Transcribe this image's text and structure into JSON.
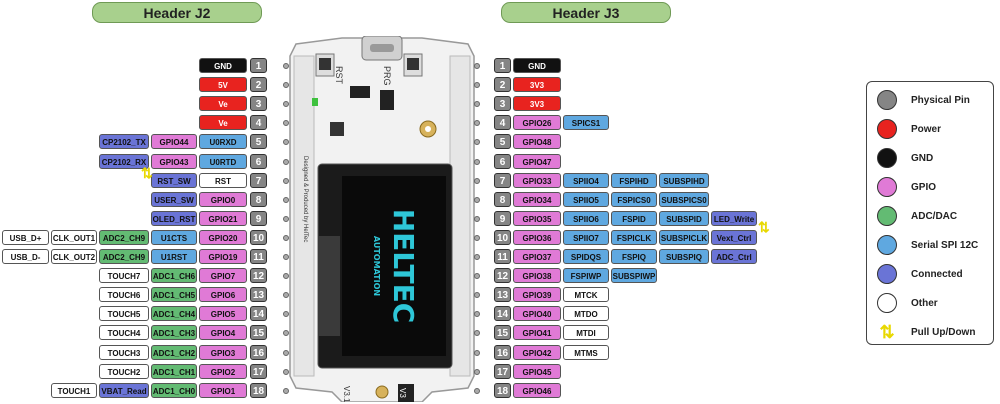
{
  "headers": {
    "j2": "Header J2",
    "j3": "Header J3"
  },
  "board": {
    "btn_left": "RST",
    "btn_right": "PRG",
    "logo_main": "HELTEC",
    "logo_sub": "AUTOMATION",
    "badge": "V3",
    "version_text": "V3.1",
    "side_text": "Designed & Produced by HelTec"
  },
  "colors": {
    "power": "#e8231f",
    "gnd": "#111111",
    "gpio": "#e07ad6",
    "adc": "#63bb73",
    "spi": "#5fa8e0",
    "conn": "#6a74d6",
    "other": "#ffffff",
    "pin": "#858585"
  },
  "legend": [
    {
      "label": "Physical Pin",
      "color": "#858585"
    },
    {
      "label": "Power",
      "color": "#e8231f"
    },
    {
      "label": "GND",
      "color": "#111111"
    },
    {
      "label": "GPIO",
      "color": "#e07ad6"
    },
    {
      "label": "ADC/DAC",
      "color": "#63bb73"
    },
    {
      "label": "Serial SPI 12C",
      "color": "#5fa8e0"
    },
    {
      "label": "Connected",
      "color": "#6a74d6"
    },
    {
      "label": "Other",
      "color": "#ffffff"
    },
    {
      "label": "Pull Up/Down",
      "color": "arrow"
    }
  ],
  "j2": [
    {
      "pin": "1",
      "labels": [
        {
          "t": "GND",
          "c": "gnd"
        }
      ]
    },
    {
      "pin": "2",
      "labels": [
        {
          "t": "5V",
          "c": "power"
        }
      ]
    },
    {
      "pin": "3",
      "labels": [
        {
          "t": "Ve",
          "c": "power"
        }
      ]
    },
    {
      "pin": "4",
      "labels": [
        {
          "t": "Ve",
          "c": "power"
        }
      ]
    },
    {
      "pin": "5",
      "labels": [
        {
          "t": "U0RXD",
          "c": "spi"
        },
        {
          "t": "GPIO44",
          "c": "gpio"
        },
        {
          "t": "CP2102_TX",
          "c": "conn"
        }
      ]
    },
    {
      "pin": "6",
      "labels": [
        {
          "t": "U0RTD",
          "c": "spi"
        },
        {
          "t": "GPIO43",
          "c": "gpio"
        },
        {
          "t": "CP2102_RX",
          "c": "conn"
        }
      ]
    },
    {
      "pin": "7",
      "labels": [
        {
          "t": "RST",
          "c": "other"
        },
        {
          "t": "RST_SW",
          "c": "conn"
        }
      ]
    },
    {
      "pin": "8",
      "labels": [
        {
          "t": "GPIO0",
          "c": "gpio"
        },
        {
          "t": "USER_SW",
          "c": "conn"
        }
      ]
    },
    {
      "pin": "9",
      "labels": [
        {
          "t": "GPIO21",
          "c": "gpio"
        },
        {
          "t": "OLED_RST",
          "c": "conn"
        }
      ]
    },
    {
      "pin": "10",
      "labels": [
        {
          "t": "GPIO20",
          "c": "gpio"
        },
        {
          "t": "U1CTS",
          "c": "spi"
        },
        {
          "t": "ADC2_CH9",
          "c": "adc"
        },
        {
          "t": "CLK_OUT1",
          "c": "other"
        },
        {
          "t": "USB_D+",
          "c": "other"
        }
      ]
    },
    {
      "pin": "11",
      "labels": [
        {
          "t": "GPIO19",
          "c": "gpio"
        },
        {
          "t": "U1RST",
          "c": "spi"
        },
        {
          "t": "ADC2_CH9",
          "c": "adc"
        },
        {
          "t": "CLK_OUT2",
          "c": "other"
        },
        {
          "t": "USB_D-",
          "c": "other"
        }
      ]
    },
    {
      "pin": "12",
      "labels": [
        {
          "t": "GPIO7",
          "c": "gpio"
        },
        {
          "t": "ADC1_CH6",
          "c": "adc"
        },
        {
          "t": "TOUCH7",
          "c": "other"
        }
      ]
    },
    {
      "pin": "13",
      "labels": [
        {
          "t": "GPIO6",
          "c": "gpio"
        },
        {
          "t": "ADC1_CH5",
          "c": "adc"
        },
        {
          "t": "TOUCH6",
          "c": "other"
        }
      ]
    },
    {
      "pin": "14",
      "labels": [
        {
          "t": "GPIO5",
          "c": "gpio"
        },
        {
          "t": "ADC1_CH4",
          "c": "adc"
        },
        {
          "t": "TOUCH5",
          "c": "other"
        }
      ]
    },
    {
      "pin": "15",
      "labels": [
        {
          "t": "GPIO4",
          "c": "gpio"
        },
        {
          "t": "ADC1_CH3",
          "c": "adc"
        },
        {
          "t": "TOUCH4",
          "c": "other"
        }
      ]
    },
    {
      "pin": "16",
      "labels": [
        {
          "t": "GPIO3",
          "c": "gpio"
        },
        {
          "t": "ADC1_CH2",
          "c": "adc"
        },
        {
          "t": "TOUCH3",
          "c": "other"
        }
      ]
    },
    {
      "pin": "17",
      "labels": [
        {
          "t": "GPIO2",
          "c": "gpio"
        },
        {
          "t": "ADC1_CH1",
          "c": "adc"
        },
        {
          "t": "TOUCH2",
          "c": "other"
        }
      ]
    },
    {
      "pin": "18",
      "labels": [
        {
          "t": "GPIO1",
          "c": "gpio"
        },
        {
          "t": "ADC1_CH0",
          "c": "adc"
        },
        {
          "t": "VBAT_Read",
          "c": "conn"
        },
        {
          "t": "TOUCH1",
          "c": "other"
        }
      ]
    }
  ],
  "j3": [
    {
      "pin": "1",
      "labels": [
        {
          "t": "GND",
          "c": "gnd"
        }
      ]
    },
    {
      "pin": "2",
      "labels": [
        {
          "t": "3V3",
          "c": "power"
        }
      ]
    },
    {
      "pin": "3",
      "labels": [
        {
          "t": "3V3",
          "c": "power"
        }
      ]
    },
    {
      "pin": "4",
      "labels": [
        {
          "t": "GPIO26",
          "c": "gpio"
        },
        {
          "t": "SPICS1",
          "c": "spi"
        }
      ]
    },
    {
      "pin": "5",
      "labels": [
        {
          "t": "GPIO48",
          "c": "gpio"
        }
      ]
    },
    {
      "pin": "6",
      "labels": [
        {
          "t": "GPIO47",
          "c": "gpio"
        }
      ]
    },
    {
      "pin": "7",
      "labels": [
        {
          "t": "GPIO33",
          "c": "gpio"
        },
        {
          "t": "SPIIO4",
          "c": "spi"
        },
        {
          "t": "FSPIHD",
          "c": "spi"
        },
        {
          "t": "SUBSPIHD",
          "c": "spi"
        }
      ]
    },
    {
      "pin": "8",
      "labels": [
        {
          "t": "GPIO34",
          "c": "gpio"
        },
        {
          "t": "SPIIO5",
          "c": "spi"
        },
        {
          "t": "FSPICS0",
          "c": "spi"
        },
        {
          "t": "SUBSPICS0",
          "c": "spi"
        }
      ]
    },
    {
      "pin": "9",
      "labels": [
        {
          "t": "GPIO35",
          "c": "gpio"
        },
        {
          "t": "SPIIO6",
          "c": "spi"
        },
        {
          "t": "FSPID",
          "c": "spi"
        },
        {
          "t": "SUBSPID",
          "c": "spi"
        },
        {
          "t": "LED_Write",
          "c": "conn"
        }
      ]
    },
    {
      "pin": "10",
      "labels": [
        {
          "t": "GPIO36",
          "c": "gpio"
        },
        {
          "t": "SPIIO7",
          "c": "spi"
        },
        {
          "t": "FSPICLK",
          "c": "spi"
        },
        {
          "t": "SUBSPICLK",
          "c": "spi"
        },
        {
          "t": "Vext_Ctrl",
          "c": "conn"
        }
      ]
    },
    {
      "pin": "11",
      "labels": [
        {
          "t": "GPIO37",
          "c": "gpio"
        },
        {
          "t": "SPIDQS",
          "c": "spi"
        },
        {
          "t": "FSPIQ",
          "c": "spi"
        },
        {
          "t": "SUBSPIQ",
          "c": "spi"
        },
        {
          "t": "ADC_Ctrl",
          "c": "conn"
        }
      ]
    },
    {
      "pin": "12",
      "labels": [
        {
          "t": "GPIO38",
          "c": "gpio"
        },
        {
          "t": "FSPIWP",
          "c": "spi"
        },
        {
          "t": "SUBSPIWP",
          "c": "spi"
        }
      ]
    },
    {
      "pin": "13",
      "labels": [
        {
          "t": "GPIO39",
          "c": "gpio"
        },
        {
          "t": "MTCK",
          "c": "other"
        }
      ]
    },
    {
      "pin": "14",
      "labels": [
        {
          "t": "GPIO40",
          "c": "gpio"
        },
        {
          "t": "MTDO",
          "c": "other"
        }
      ]
    },
    {
      "pin": "15",
      "labels": [
        {
          "t": "GPIO41",
          "c": "gpio"
        },
        {
          "t": "MTDI",
          "c": "other"
        }
      ]
    },
    {
      "pin": "16",
      "labels": [
        {
          "t": "GPIO42",
          "c": "gpio"
        },
        {
          "t": "MTMS",
          "c": "other"
        }
      ]
    },
    {
      "pin": "17",
      "labels": [
        {
          "t": "GPIO45",
          "c": "gpio"
        }
      ]
    },
    {
      "pin": "18",
      "labels": [
        {
          "t": "GPIO46",
          "c": "gpio"
        }
      ]
    }
  ]
}
